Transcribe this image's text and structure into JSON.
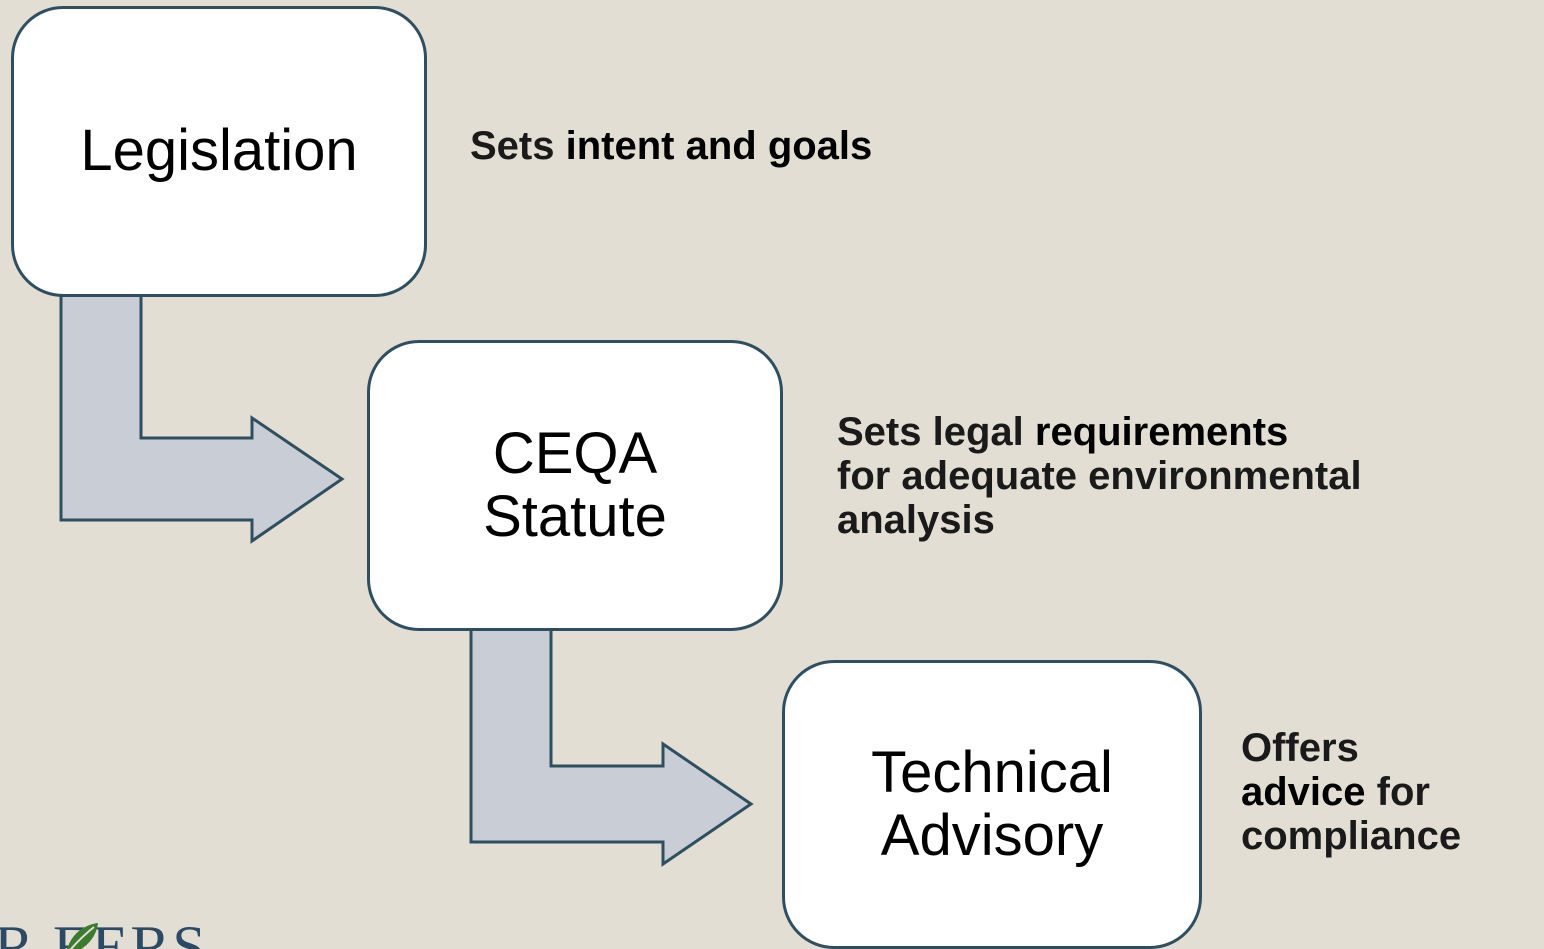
{
  "boxes": {
    "legislation": "Legislation",
    "ceqa": "CEQA\nStatute",
    "technical": "Technical\nAdvisory"
  },
  "descriptions": {
    "legislation": {
      "plain": "Sets ",
      "highlight": "intent and goals"
    },
    "ceqa": {
      "plain1": "Sets legal ",
      "highlight": "requirements",
      "plain2": "for adequate environmental analysis"
    },
    "technical": {
      "plain1": "Offers",
      "highlight": "advice",
      "plain2": " for",
      "plain3": "compliance"
    }
  },
  "logo": {
    "text": "R   EERS"
  },
  "colors": {
    "background": "#e3ded3",
    "box_border": "#2f4f60",
    "arrow_fill": "#c9ced6",
    "arrow_stroke": "#2f4f60",
    "logo": "#2d4a64",
    "leaf": "#3c7a2e"
  }
}
